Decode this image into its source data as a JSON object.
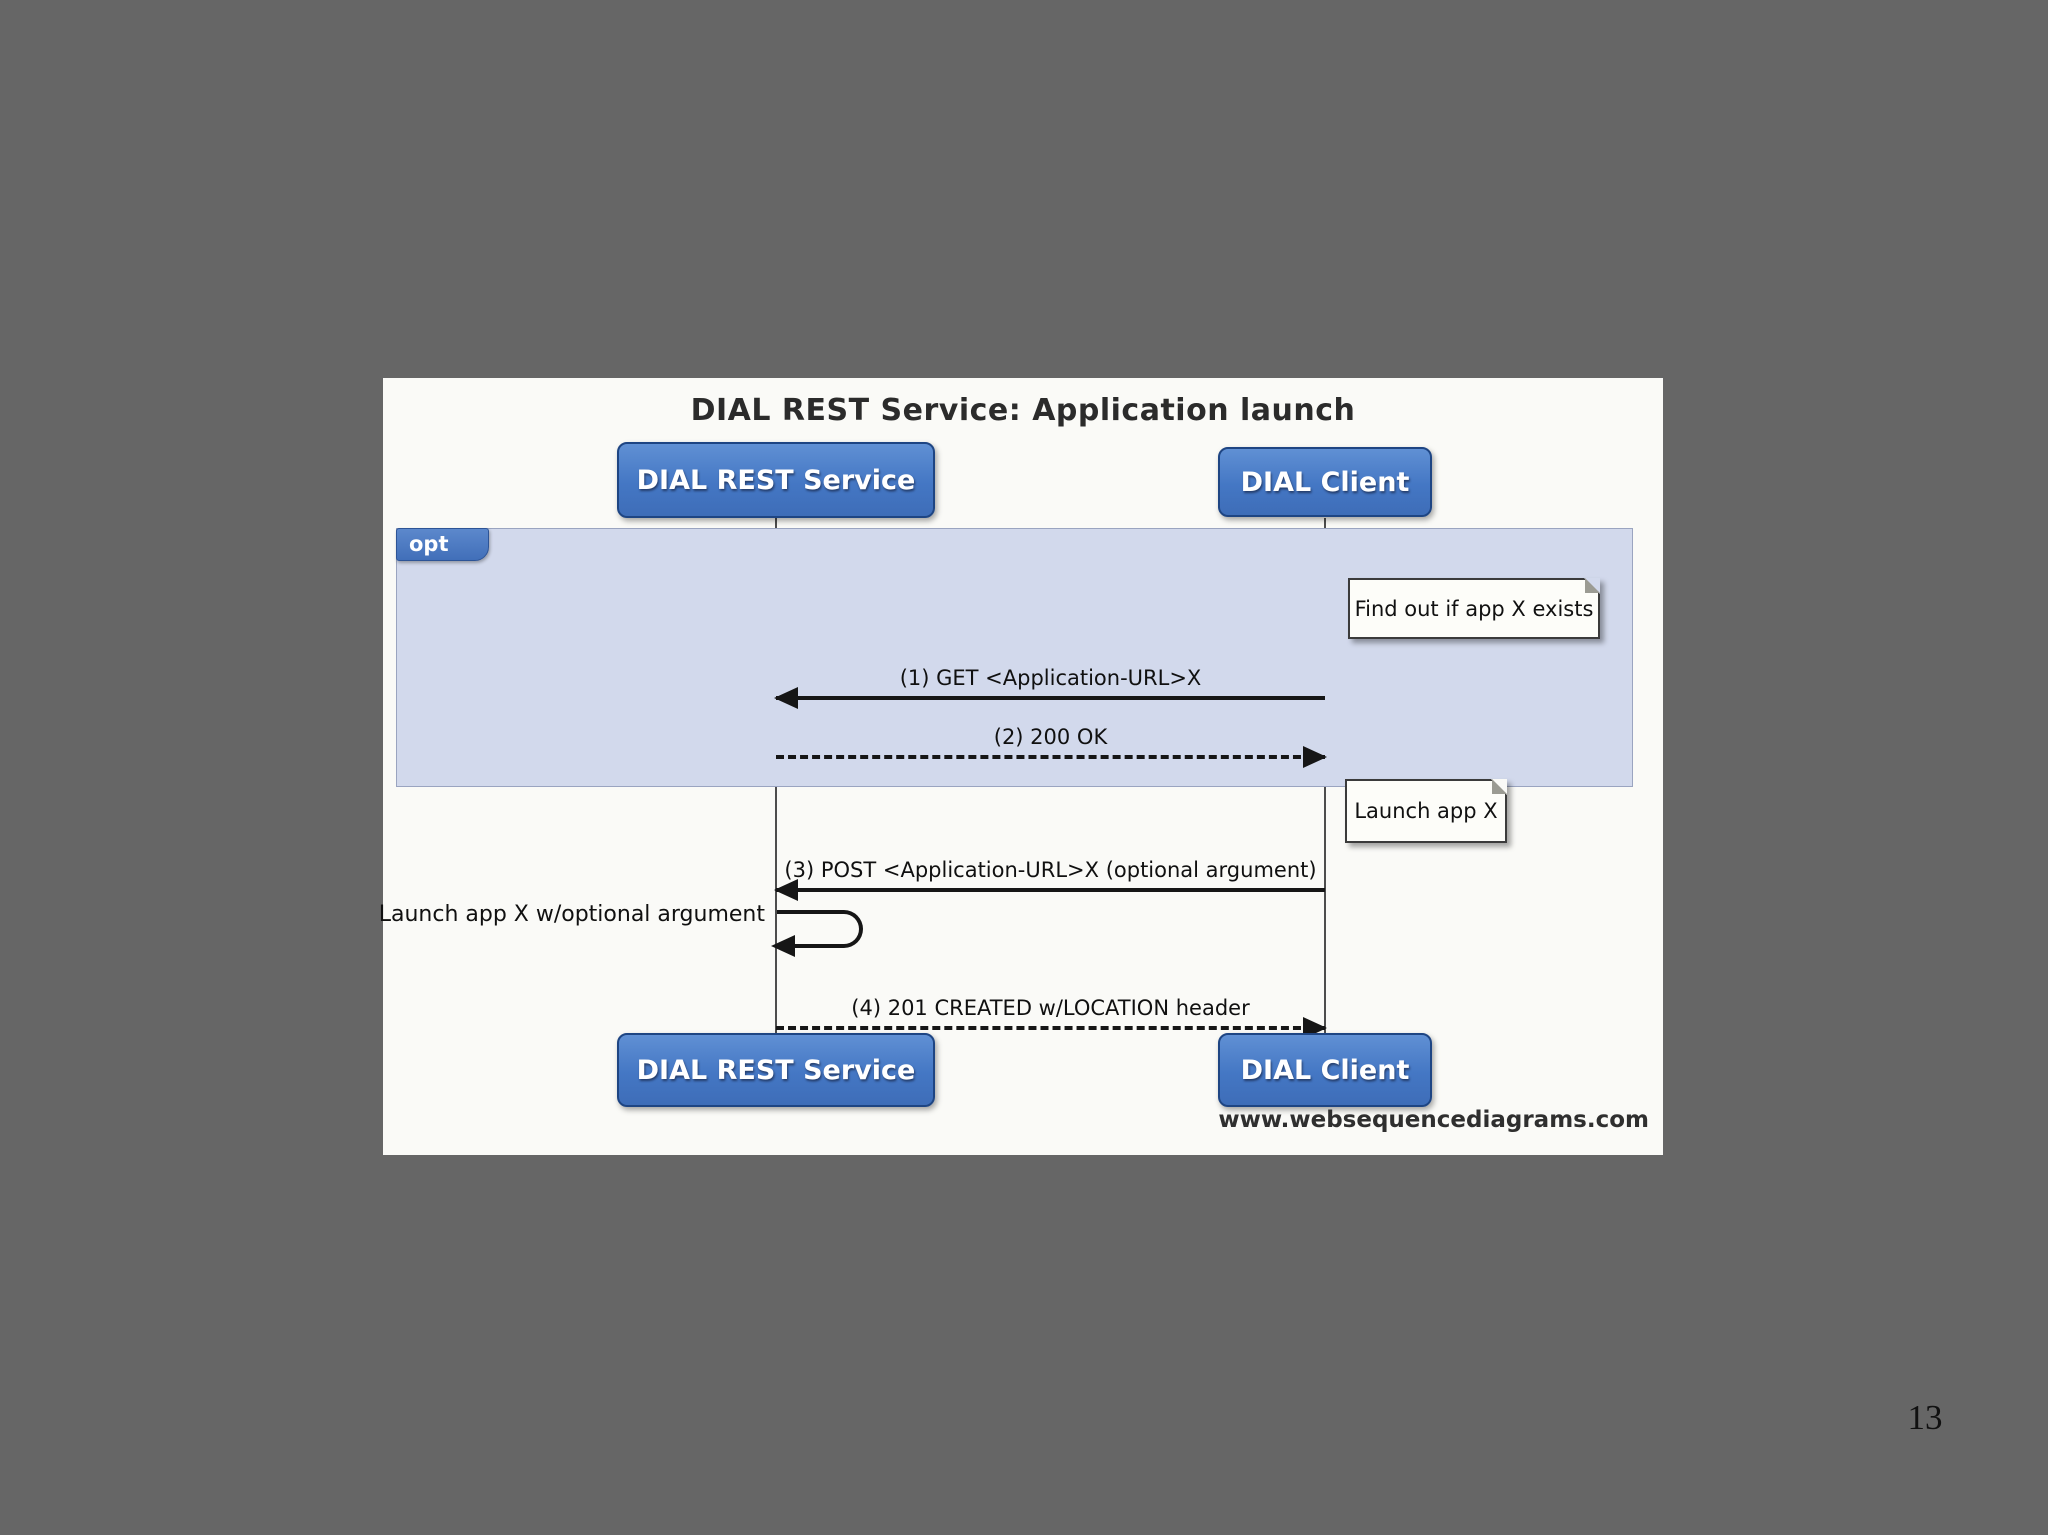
{
  "slide": {
    "page_number": "13"
  },
  "diagram": {
    "title": "DIAL REST Service: Application launch",
    "actors": {
      "service": "DIAL REST Service",
      "client": "DIAL Client"
    },
    "fragment_label": "opt",
    "notes": {
      "find_app": "Find out if app X exists",
      "launch_app": "Launch app X"
    },
    "messages": {
      "get": "(1) GET <Application-URL>X",
      "ok": "(2) 200 OK",
      "post": "(3) POST <Application-URL>X (optional argument)",
      "self_call": "Launch app X w/optional argument",
      "created": "(4) 201 CREATED w/LOCATION header"
    },
    "watermark": "www.websequencediagrams.com",
    "colors": {
      "slide_gray": "#666666",
      "actor_blue": "#4477c4",
      "fragment_fill": "#d2d9ec",
      "note_fill": "#fdfdf9"
    }
  }
}
